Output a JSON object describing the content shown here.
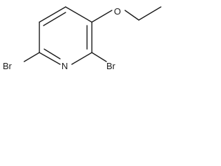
{
  "molecule": {
    "atoms": {
      "bromine_left": "Br",
      "bromine_bottom": "Br",
      "nitrogen": "N",
      "oxygen": "O"
    },
    "colors": {
      "ink": "#1a1a1a",
      "background": "#ffffff"
    }
  }
}
